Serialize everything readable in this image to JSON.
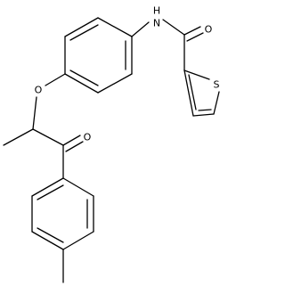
{
  "diagram_type": "chemical-structure",
  "atoms": {
    "amide_nitrogen": "N",
    "amide_hydrogen": "H",
    "amide_oxygen": "O",
    "ether_oxygen": "O",
    "ketone_oxygen": "O",
    "thiophene_sulfur": "S"
  },
  "colors": {
    "bond": "#000000",
    "label": "#000000",
    "background": "#ffffff"
  }
}
